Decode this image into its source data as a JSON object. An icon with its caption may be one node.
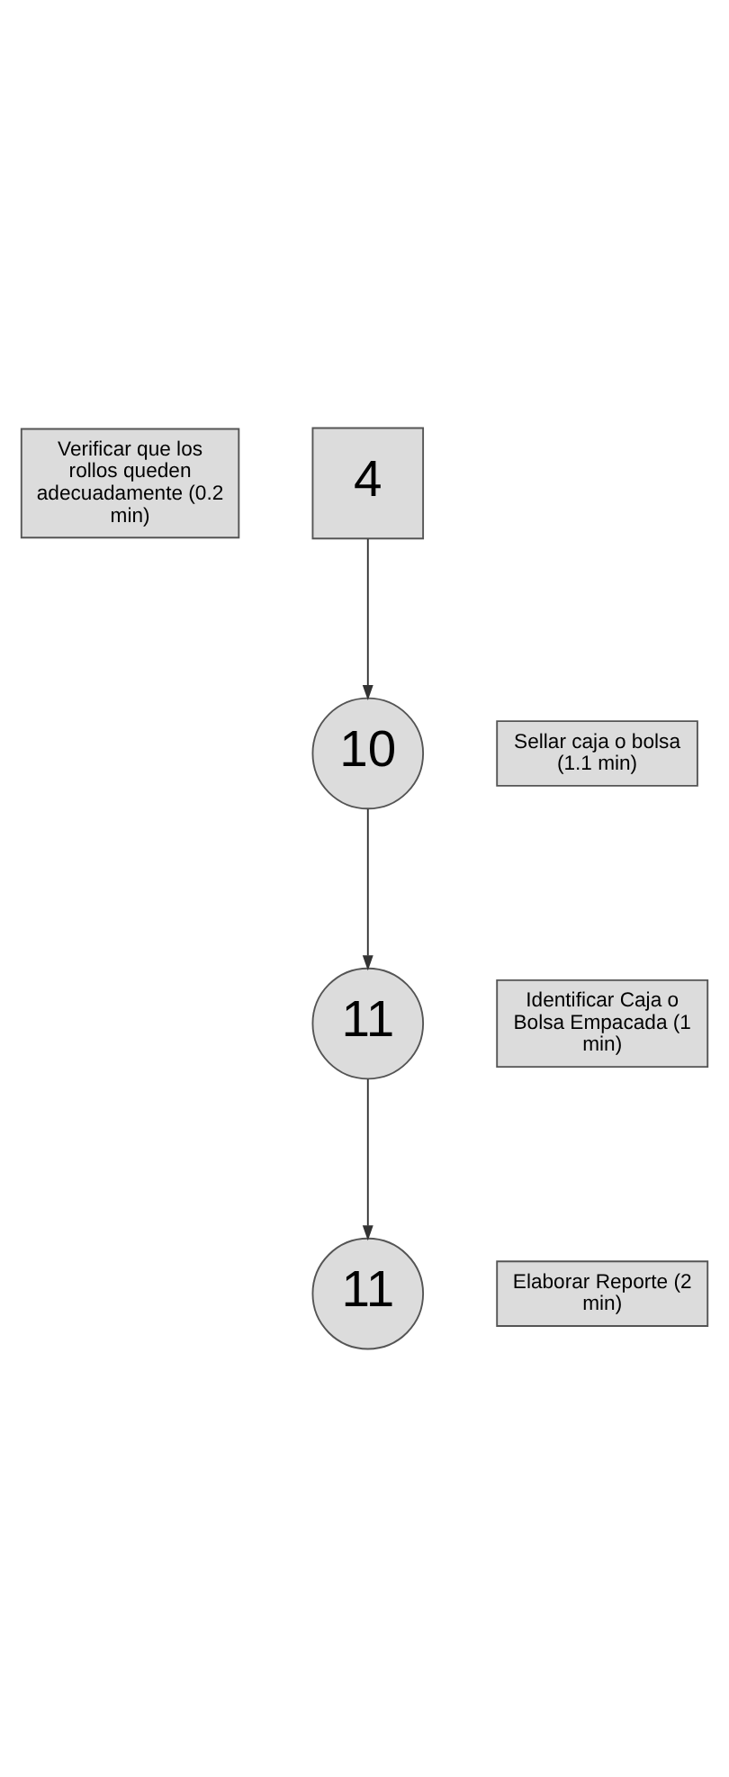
{
  "diagram": {
    "nodes": [
      {
        "text": [
          "Verificar que los rollos queden adecuadamente (0.2 min)"
        ]
      },
      {
        "text": [
          "4"
        ]
      },
      {
        "text": [
          "Sellar caja o bolsa (1.1 min)"
        ]
      },
      {
        "text": [
          "10"
        ]
      },
      {
        "text": [
          "Identificar Caja o Bolsa Empacada (1 min)"
        ]
      },
      {
        "text": [
          "11"
        ]
      },
      {
        "text": [
          "Elaborar Reporte (2 min)"
        ]
      },
      {
        "text": [
          "11"
        ]
      }
    ],
    "edges": [
      {
        "from": 1,
        "to": 3,
        "arrow": "to"
      },
      {
        "from": 3,
        "to": 5,
        "arrow": "to"
      },
      {
        "from": 5,
        "to": 7,
        "arrow": "to"
      }
    ]
  }
}
